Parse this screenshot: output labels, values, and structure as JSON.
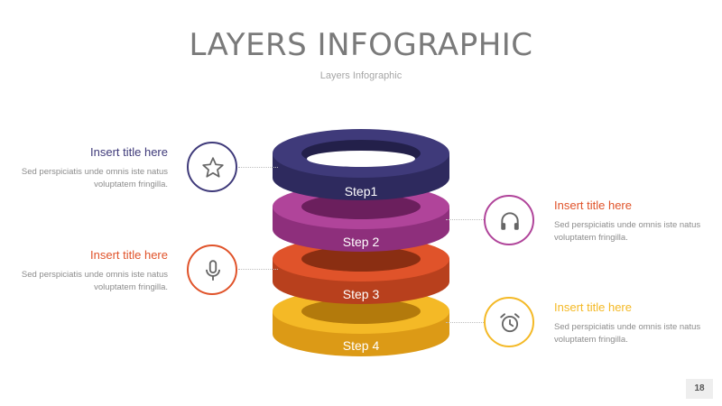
{
  "header": {
    "title": "LAYERS INFOGRAPHIC",
    "subtitle": "Layers Infographic"
  },
  "layers": [
    {
      "label": "Step1",
      "top": "#3f3a7a",
      "side": "#2e2a5e",
      "inner": "#23204a"
    },
    {
      "label": "Step 2",
      "top": "#b0449a",
      "side": "#8e2f7c",
      "inner": "#6b1f5d"
    },
    {
      "label": "Step 3",
      "top": "#e0532a",
      "side": "#b8401d",
      "inner": "#8a2e12"
    },
    {
      "label": "Step 4",
      "top": "#f4b926",
      "side": "#dc9a16",
      "inner": "#b37a0c"
    }
  ],
  "blocks": [
    {
      "title": "Insert title here",
      "text": "Sed perspiciatis unde omnis iste natus voluptatem fringilla.",
      "color": "#3f3a7a",
      "icon": "star-icon"
    },
    {
      "title": "Insert title here",
      "text": "Sed perspiciatis unde omnis iste natus voluptatem fringilla.",
      "color": "#b0449a",
      "icon": "headphones-icon"
    },
    {
      "title": "Insert title here",
      "text": "Sed perspiciatis unde omnis iste natus voluptatem fringilla.",
      "color": "#e0532a",
      "icon": "microphone-icon"
    },
    {
      "title": "Insert title here",
      "text": "Sed perspiciatis unde omnis iste natus voluptatem fringilla.",
      "color": "#f4b926",
      "icon": "alarm-clock-icon"
    }
  ],
  "footer": {
    "page_number": "18"
  }
}
